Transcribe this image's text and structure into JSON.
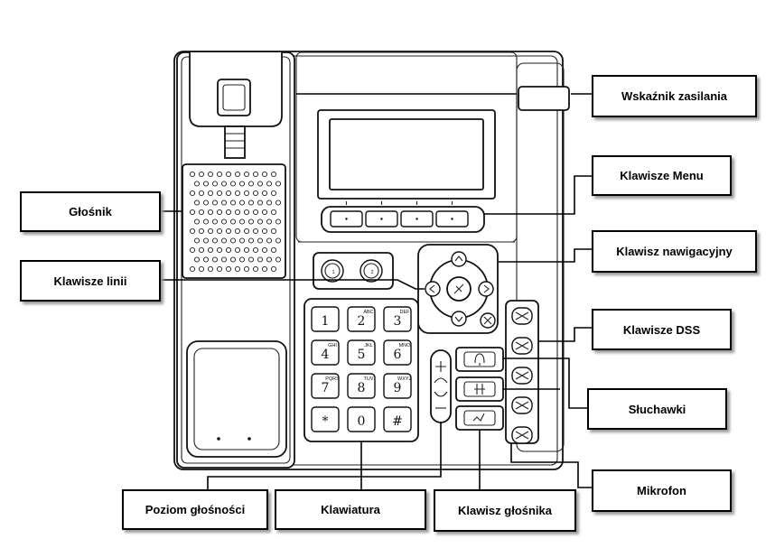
{
  "labels": {
    "power": "Wskaźnik zasilania",
    "speaker_grille": "Głośnik",
    "menu_keys": "Klawisze Menu",
    "line_keys": "Klawisze linii",
    "nav_key": "Klawisz nawigacyjny",
    "dss_keys": "Klawisze DSS",
    "headset": "Słuchawki",
    "mic": "Mikrofon",
    "volume": "Poziom głośności",
    "keypad": "Klawiatura",
    "speaker_key": "Klawisz głośnika"
  },
  "keypad": [
    {
      "digit": "1",
      "letters": ""
    },
    {
      "digit": "2",
      "letters": "ABC"
    },
    {
      "digit": "3",
      "letters": "DEF"
    },
    {
      "digit": "4",
      "letters": "GHI"
    },
    {
      "digit": "5",
      "letters": "JKL"
    },
    {
      "digit": "6",
      "letters": "MNO"
    },
    {
      "digit": "7",
      "letters": "PQRS"
    },
    {
      "digit": "8",
      "letters": "TUV"
    },
    {
      "digit": "9",
      "letters": "WXYZ"
    },
    {
      "digit": "*",
      "letters": ""
    },
    {
      "digit": "0",
      "letters": ""
    },
    {
      "digit": "#",
      "letters": ""
    }
  ],
  "line_key_numbers": [
    "1",
    "2"
  ]
}
